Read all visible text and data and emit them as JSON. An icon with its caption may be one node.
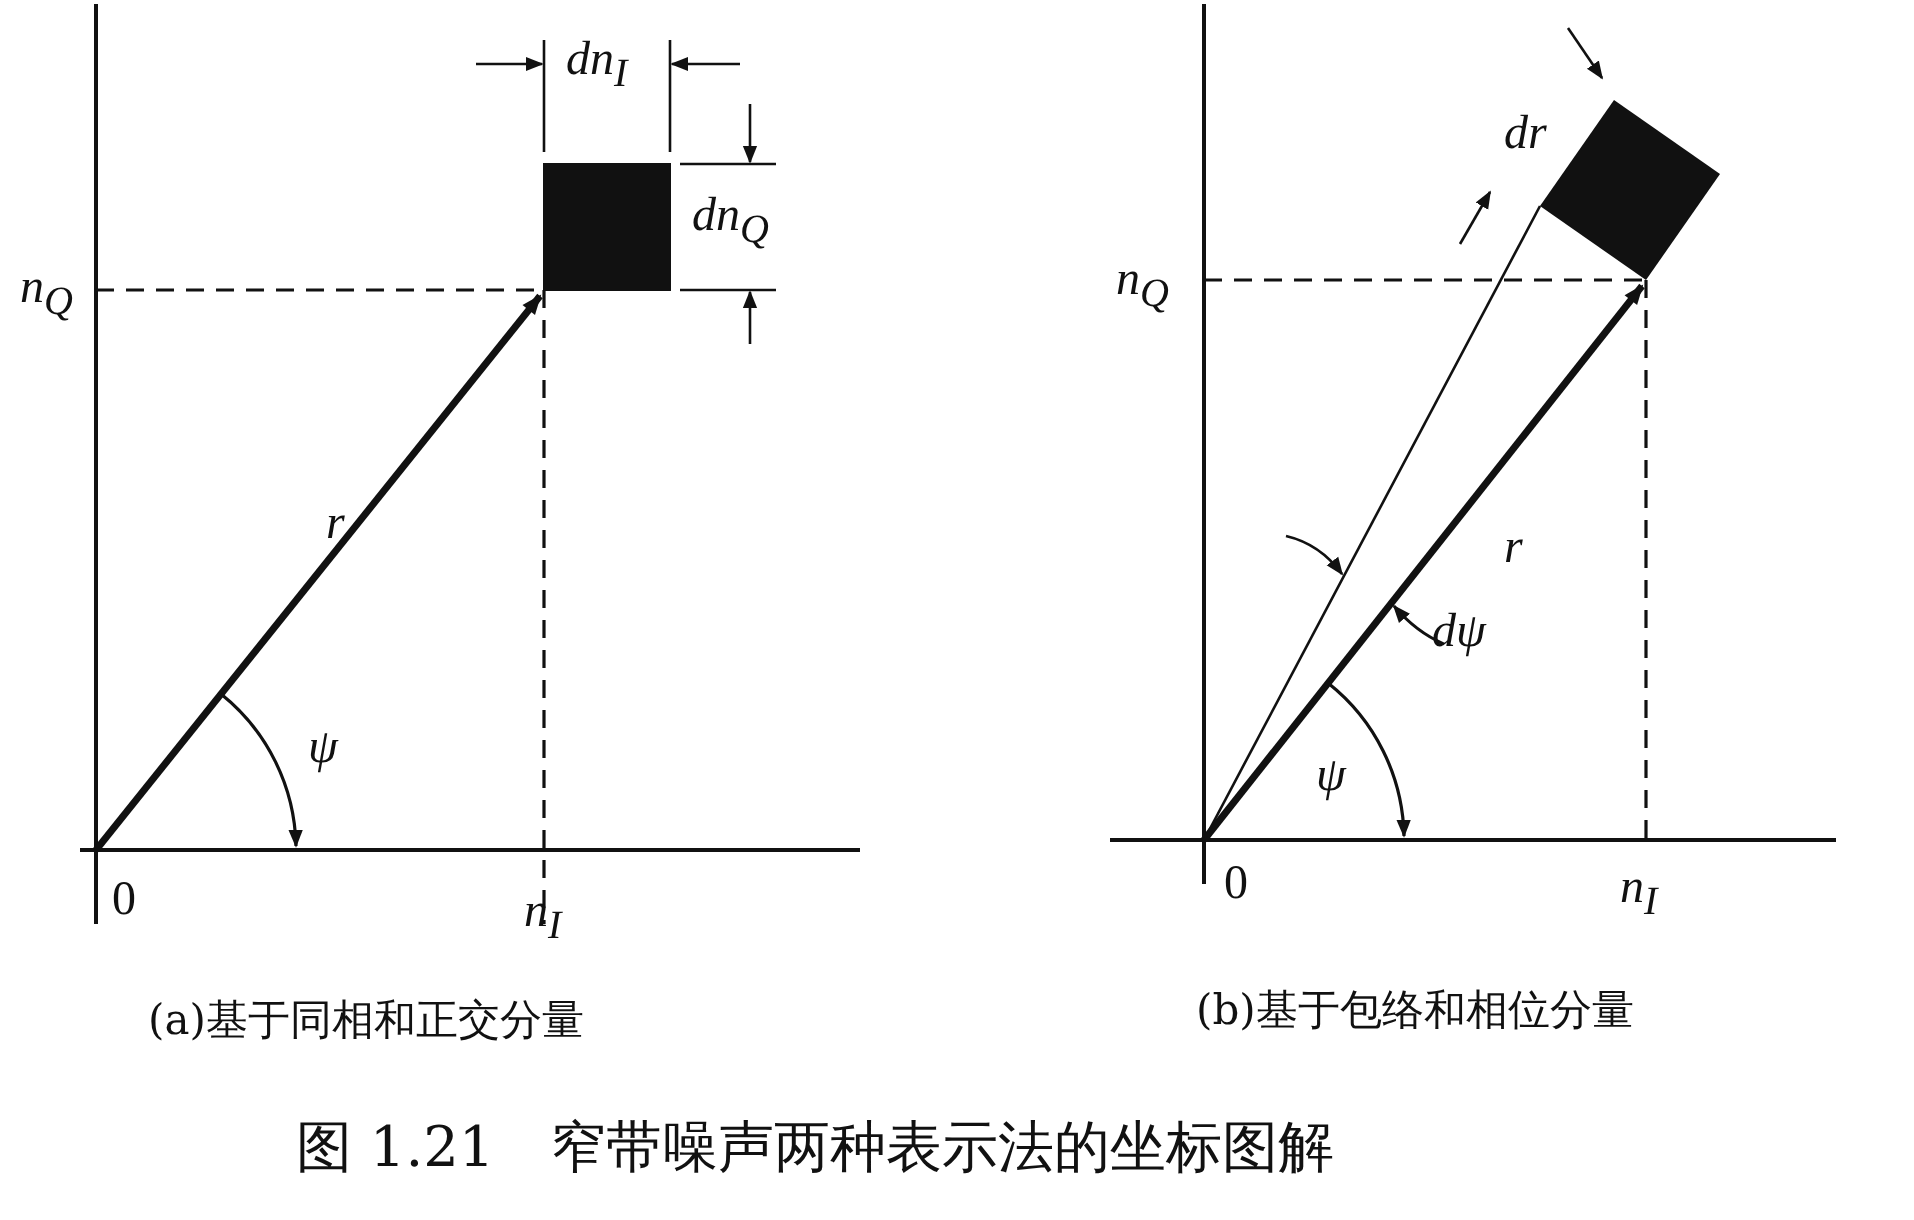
{
  "diagram": {
    "caption": "图 1.21　窄带噪声两种表示法的坐标图解",
    "labels": [
      "dn$_{I}$",
      "dn$_{Q}$",
      "n$_{Q}$",
      "r",
      "ψ",
      "0",
      "n$_{I}$",
      "(a)基于同相和正交分量",
      "dr",
      "n$_{Q}$",
      "r",
      "dψ",
      "ψ",
      "0",
      "n$_{I}$",
      "(b)基于包络和相位分量"
    ]
  }
}
